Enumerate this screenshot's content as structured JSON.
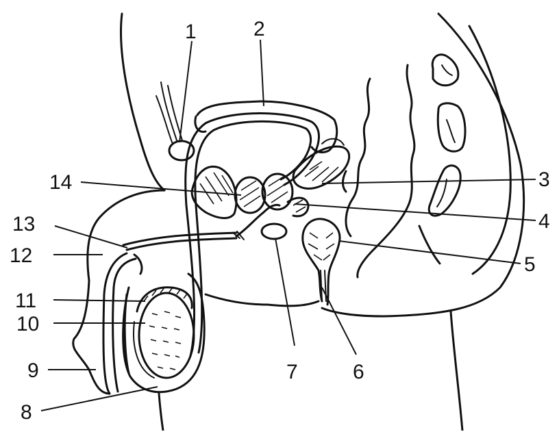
{
  "labels": {
    "l1": "1",
    "l2": "2",
    "l3": "3",
    "l4": "4",
    "l5": "5",
    "l6": "6",
    "l7": "7",
    "l8": "8",
    "l9": "9",
    "l10": "10",
    "l11": "11",
    "l12": "12",
    "l13": "13",
    "l14": "14"
  },
  "colors": {
    "ink": "#111111",
    "background": "#ffffff"
  }
}
